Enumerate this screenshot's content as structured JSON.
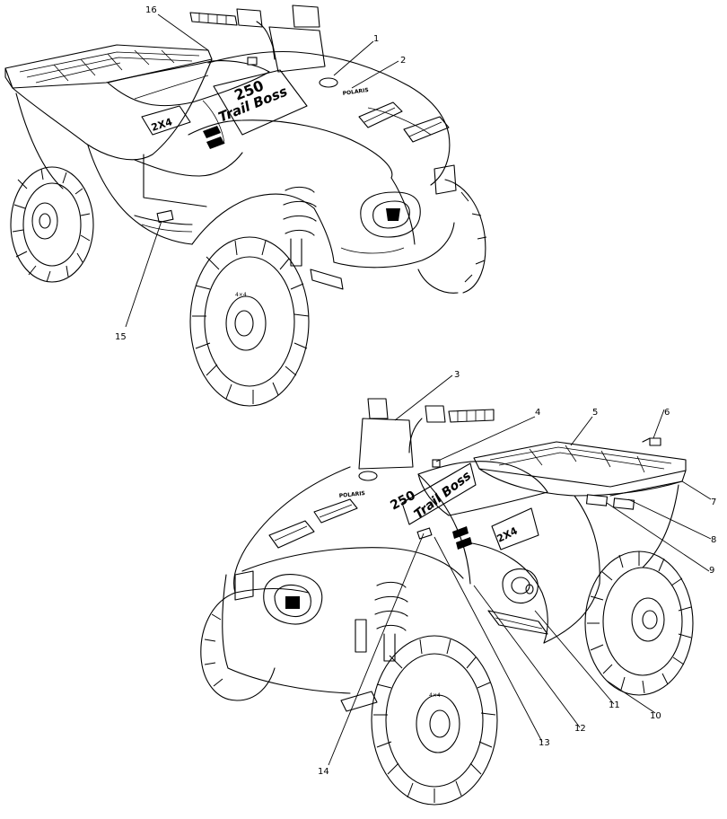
{
  "callouts": {
    "c1": "1",
    "c2": "2",
    "c3": "3",
    "c4": "4",
    "c5": "5",
    "c6": "6",
    "c7": "7",
    "c8": "8",
    "c9": "9",
    "c10": "10",
    "c11": "11",
    "c12": "12",
    "c13": "13",
    "c14": "14",
    "c15": "15",
    "c16": "16"
  },
  "decals": {
    "model_number": "250",
    "model_name": "Trail Boss",
    "drive_badge": "2X4",
    "brand": "POLARIS"
  }
}
